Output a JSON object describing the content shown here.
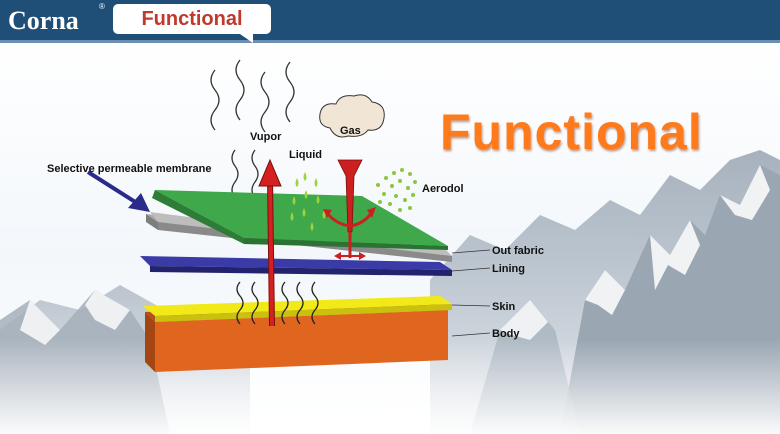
{
  "header": {
    "brand": "Corna",
    "brand_mark": "®",
    "tab_label": "Functional"
  },
  "title": "Functional",
  "diagram": {
    "labels": {
      "membrane": "Selective permeable membrane",
      "vapor": "Vupor",
      "liquid": "Liquid",
      "gas": "Gas",
      "aerosol": "Aerodol",
      "out_fabric": "Out fabric",
      "lining": "Lining",
      "skin": "Skin",
      "body": "Body"
    },
    "colors": {
      "header": "#1f4f77",
      "membrane": "#3ea84a",
      "lining": "#2a2a8a",
      "skin": "#f2ea18",
      "body": "#e0661f",
      "arrow": "#cc1f1f",
      "title": "#ff7a1a"
    }
  }
}
